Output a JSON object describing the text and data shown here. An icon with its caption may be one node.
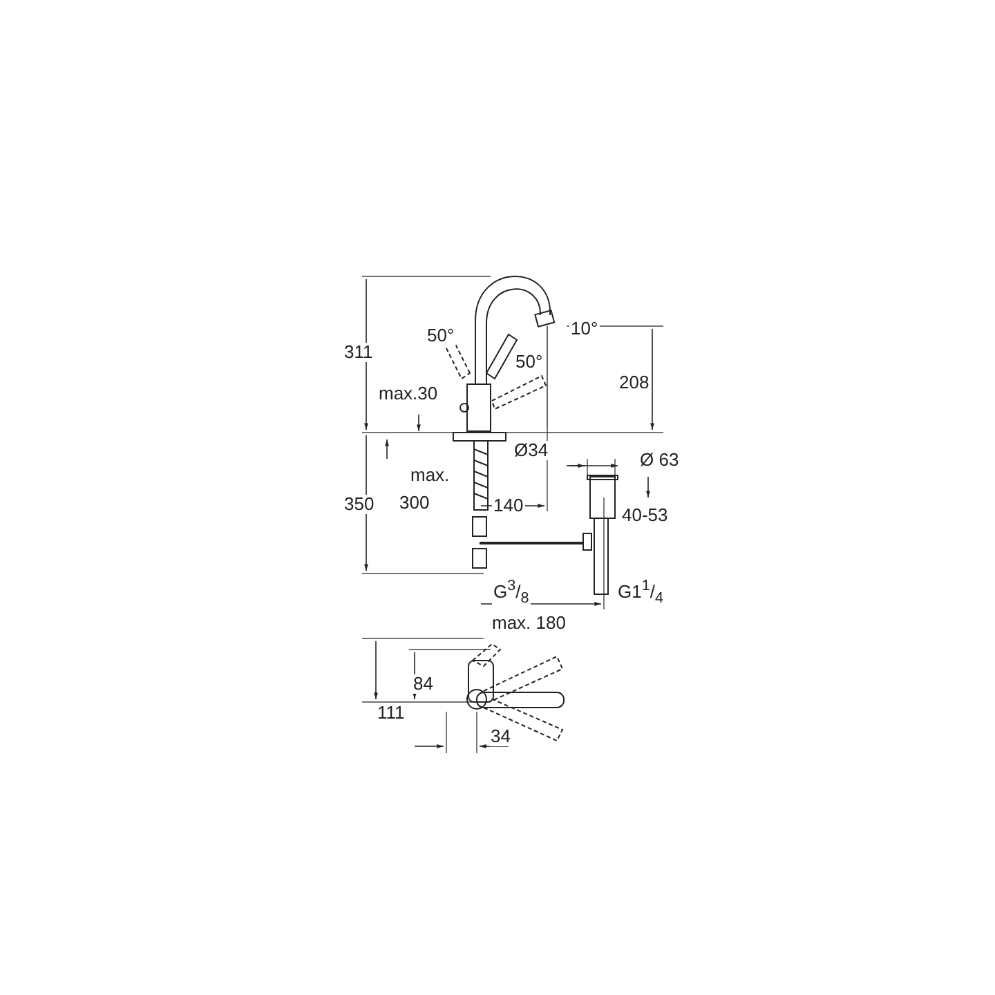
{
  "diagram": {
    "labels": [
      "311",
      "50°",
      "10°",
      "50°",
      "208",
      "max.30",
      "Ø34",
      "Ø 63",
      "max.",
      "350",
      "300",
      "140",
      "40-53",
      "G$^{3}$/$_{8}$",
      "G1$^{1}$/$_{4}$",
      "max. 180",
      "111",
      "84",
      "34"
    ]
  }
}
